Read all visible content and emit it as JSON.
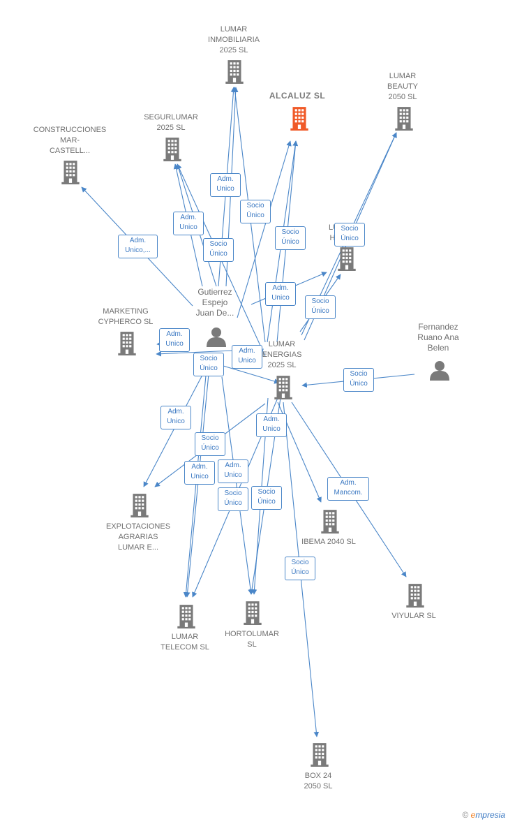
{
  "colors": {
    "edge": "#4a86c8",
    "building": "#7a7a7a",
    "highlight": "#f05a28",
    "person": "#7a7a7a"
  },
  "nodes": [
    {
      "id": "lumar_inmob",
      "kind": "company",
      "lines": [
        "LUMAR",
        "INMOBILIARIA",
        "2025  SL"
      ]
    },
    {
      "id": "alcaluz",
      "kind": "company-highlight",
      "lines": [
        "ALCALUZ  SL"
      ]
    },
    {
      "id": "lumar_beauty",
      "kind": "company",
      "lines": [
        "LUMAR",
        "BEAUTY",
        "2050  SL"
      ]
    },
    {
      "id": "segurlumar",
      "kind": "company",
      "lines": [
        "SEGURLUMAR",
        "2025  SL"
      ]
    },
    {
      "id": "construcciones",
      "kind": "company",
      "lines": [
        "CONSTRUCCIONES",
        "MAR-",
        "CASTELL..."
      ]
    },
    {
      "id": "lumar_hi",
      "kind": "company",
      "lines": [
        "LU",
        "HI"
      ]
    },
    {
      "id": "gutierrez",
      "kind": "person",
      "lines": [
        "Gutierrez",
        "Espejo",
        "Juan De..."
      ]
    },
    {
      "id": "marketing",
      "kind": "company",
      "lines": [
        "MARKETING",
        "CYPHERCO  SL"
      ]
    },
    {
      "id": "fernandez",
      "kind": "person",
      "lines": [
        "Fernandez",
        "Ruano Ana",
        "Belen"
      ]
    },
    {
      "id": "lumar_energias",
      "kind": "company",
      "lines": [
        "LUMAR",
        "ENERGIAS",
        "2025 SL"
      ]
    },
    {
      "id": "explotaciones",
      "kind": "company",
      "lines": [
        "EXPLOTACIONES",
        "AGRARIAS",
        "LUMAR E..."
      ]
    },
    {
      "id": "ibema",
      "kind": "company",
      "lines": [
        "IBEMA 2040  SL"
      ]
    },
    {
      "id": "viyular",
      "kind": "company",
      "lines": [
        "VIYULAR  SL"
      ]
    },
    {
      "id": "lumar_telecom",
      "kind": "company",
      "lines": [
        "LUMAR",
        "TELECOM  SL"
      ]
    },
    {
      "id": "hortolumar",
      "kind": "company",
      "lines": [
        "HORTOLUMAR",
        "SL"
      ]
    },
    {
      "id": "box24",
      "kind": "company",
      "lines": [
        "BOX 24",
        "2050  SL"
      ]
    }
  ],
  "edge_labels": [
    {
      "id": "e1",
      "lines": [
        "Adm.",
        "Unico"
      ]
    },
    {
      "id": "e2",
      "lines": [
        "Socio",
        "Único"
      ]
    },
    {
      "id": "e3",
      "lines": [
        "Adm.",
        "Unico"
      ]
    },
    {
      "id": "e4",
      "lines": [
        "Socio",
        "Único"
      ]
    },
    {
      "id": "e5",
      "lines": [
        "Socio",
        "Único"
      ]
    },
    {
      "id": "e6",
      "lines": [
        "Socio",
        "Único"
      ]
    },
    {
      "id": "e7",
      "lines": [
        "Adm.",
        "Unico,..."
      ]
    },
    {
      "id": "e8",
      "lines": [
        "Adm.",
        "Unico"
      ]
    },
    {
      "id": "e9",
      "lines": [
        "Socio",
        "Único"
      ]
    },
    {
      "id": "e10",
      "lines": [
        "Adm.",
        "Unico"
      ]
    },
    {
      "id": "e11",
      "lines": [
        "Adm.",
        "Unico"
      ]
    },
    {
      "id": "e12",
      "lines": [
        "Socio",
        "Único"
      ]
    },
    {
      "id": "e13",
      "lines": [
        "Socio",
        "Único"
      ]
    },
    {
      "id": "e14",
      "lines": [
        "Adm.",
        "Unico"
      ]
    },
    {
      "id": "e15",
      "lines": [
        "Adm.",
        "Unico"
      ]
    },
    {
      "id": "e16",
      "lines": [
        "Socio",
        "Único"
      ]
    },
    {
      "id": "e17",
      "lines": [
        "Adm.",
        "Unico"
      ]
    },
    {
      "id": "e18",
      "lines": [
        "Adm.",
        "Unico"
      ]
    },
    {
      "id": "e19",
      "lines": [
        "Socio",
        "Único"
      ]
    },
    {
      "id": "e20",
      "lines": [
        "Socio",
        "Único"
      ]
    },
    {
      "id": "e21",
      "lines": [
        "Adm.",
        "Mancom."
      ]
    },
    {
      "id": "e22",
      "lines": [
        "Socio",
        "Único"
      ]
    }
  ],
  "credit": {
    "symbol": "©",
    "brand_initial": "e",
    "brand_rest": "mpresia"
  }
}
